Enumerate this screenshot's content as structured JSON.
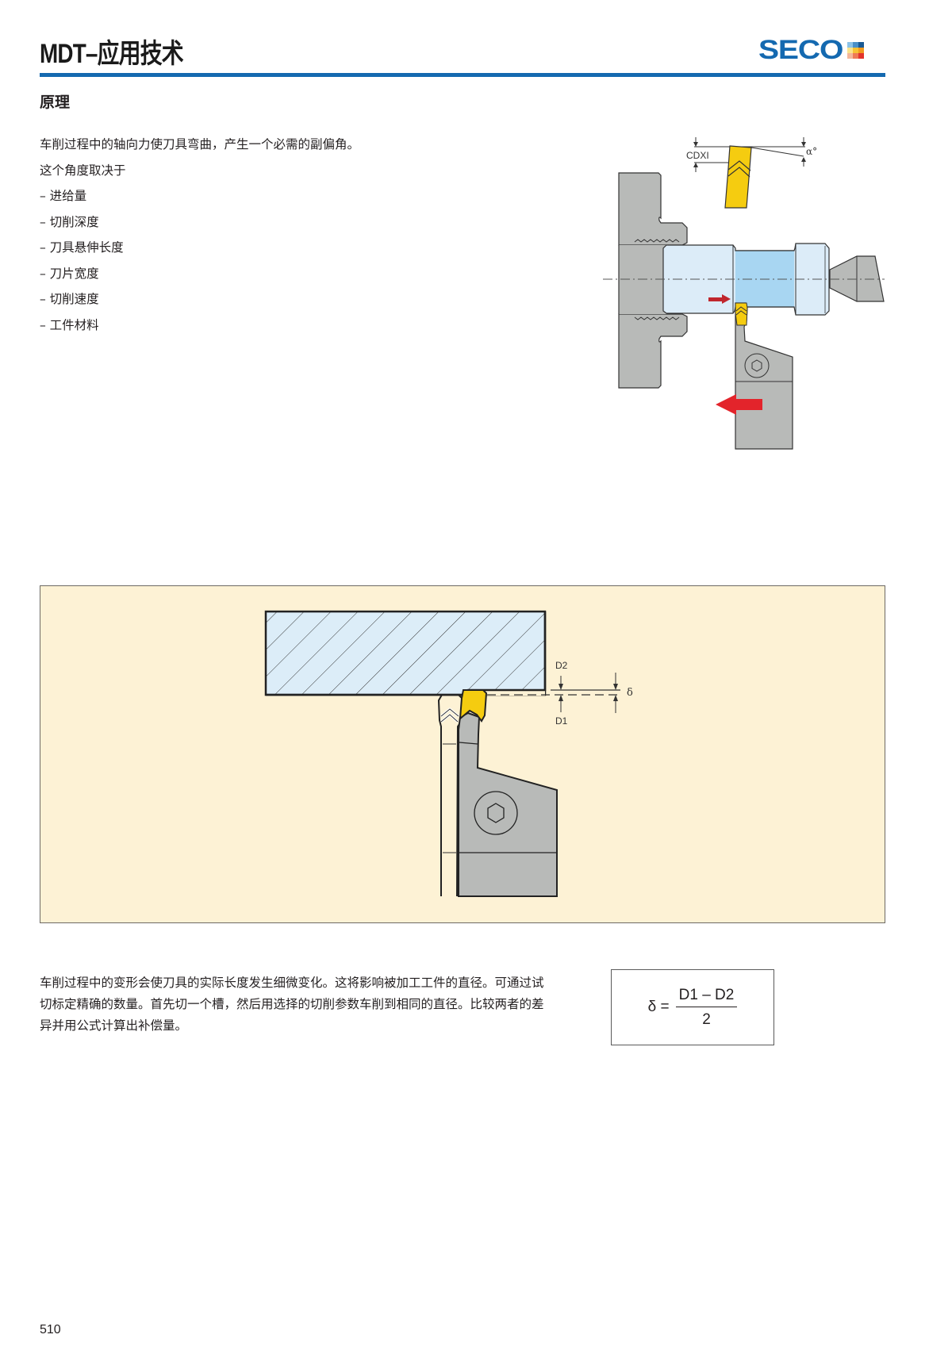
{
  "header": {
    "title": "MDT–应用技术",
    "logo_text": "SECO",
    "rule_color": "#1469b0",
    "logo_squares": [
      "#8cc3e8",
      "#4a90c8",
      "#1a5a94",
      "#fbe38a",
      "#f7c234",
      "#f19a1f",
      "#f4b79a",
      "#ef7a55",
      "#e3342b"
    ]
  },
  "section": {
    "heading": "原理",
    "intro_line_1": "车削过程中的轴向力使刀具弯曲，产生一个必需的副偏角。",
    "intro_line_2": "这个角度取决于",
    "factors": [
      "– 进给量",
      "– 切削深度",
      "– 刀具悬伸长度",
      "– 刀片宽度",
      "– 切削速度",
      "– 工件材料"
    ]
  },
  "diagram_top": {
    "label_cdxi": "CDXI",
    "label_alpha": "α°"
  },
  "diagram_bottom": {
    "panel_color": "#fdf2d5",
    "label_d2": "D2",
    "label_d1": "D1",
    "label_delta": "δ"
  },
  "description": {
    "text": "车削过程中的变形会使刀具的实际长度发生细微变化。这将影响被加工工件的直径。可通过试切标定精确的数量。首先切一个槽，然后用选择的切削参数车削到相同的直径。比较两者的差异并用公式计算出补偿量。"
  },
  "formula": {
    "lhs": "δ =",
    "numerator": "D1 – D2",
    "denominator": "2"
  },
  "footer": {
    "page_number": "510"
  }
}
